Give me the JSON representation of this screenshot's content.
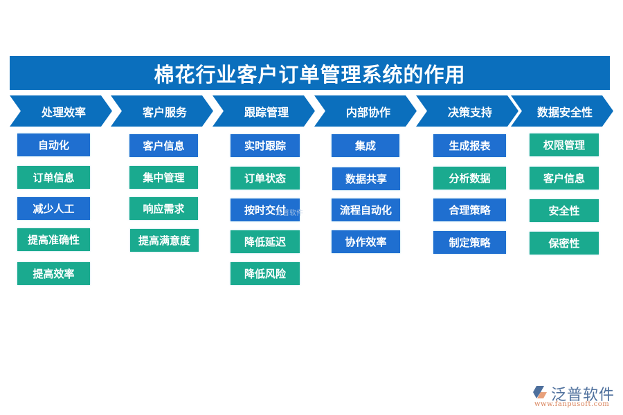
{
  "title": "棉花行业客户订单管理系统的作用",
  "colors": {
    "banner": "#0b6fbd",
    "blue_box": "#1f6fd0",
    "teal_box": "#1aaa8f"
  },
  "columns": [
    {
      "header": "处理效率",
      "items": [
        {
          "label": "自动化",
          "color": "blue"
        },
        {
          "label": "订单信息",
          "color": "teal"
        },
        {
          "label": "减少人工",
          "color": "blue"
        },
        {
          "label": "提高准确性",
          "color": "teal"
        },
        {
          "label": "提高效率",
          "color": "teal"
        }
      ]
    },
    {
      "header": "客户服务",
      "items": [
        {
          "label": "客户信息",
          "color": "blue"
        },
        {
          "label": "集中管理",
          "color": "teal"
        },
        {
          "label": "响应需求",
          "color": "teal"
        },
        {
          "label": "提高满意度",
          "color": "teal"
        }
      ]
    },
    {
      "header": "跟踪管理",
      "items": [
        {
          "label": "实时跟踪",
          "color": "blue"
        },
        {
          "label": "订单状态",
          "color": "teal"
        },
        {
          "label": "按时交付",
          "color": "blue"
        },
        {
          "label": "降低延迟",
          "color": "teal"
        },
        {
          "label": "降低风险",
          "color": "teal"
        }
      ]
    },
    {
      "header": "内部协作",
      "items": [
        {
          "label": "集成",
          "color": "blue"
        },
        {
          "label": "数据共享",
          "color": "blue"
        },
        {
          "label": "流程自动化",
          "color": "blue"
        },
        {
          "label": "协作效率",
          "color": "blue"
        }
      ]
    },
    {
      "header": "决策支持",
      "items": [
        {
          "label": "生成报表",
          "color": "blue"
        },
        {
          "label": "分析数据",
          "color": "teal"
        },
        {
          "label": "合理策略",
          "color": "blue"
        },
        {
          "label": "制定策略",
          "color": "blue"
        }
      ]
    },
    {
      "header": "数据安全性",
      "items": [
        {
          "label": "权限管理",
          "color": "teal"
        },
        {
          "label": "客户信息",
          "color": "teal"
        },
        {
          "label": "安全性",
          "color": "teal"
        },
        {
          "label": "保密性",
          "color": "teal"
        }
      ]
    }
  ],
  "watermark": "泛普软件",
  "logo": {
    "name": "泛普软件",
    "url": "www.fanpusoft.com"
  }
}
